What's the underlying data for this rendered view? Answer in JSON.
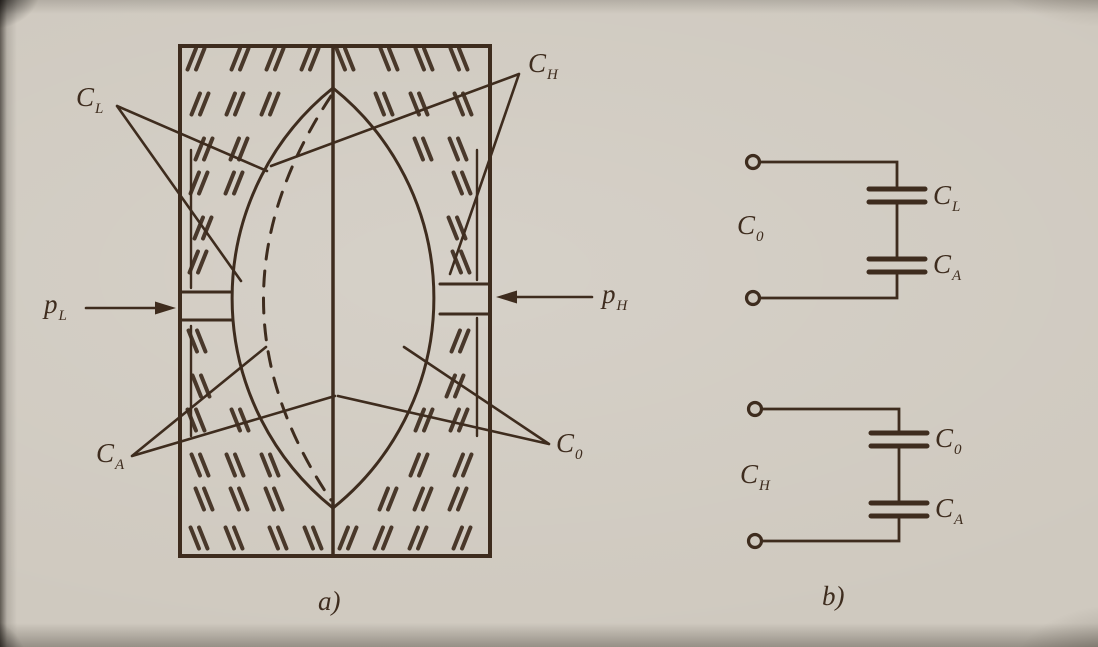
{
  "figure": {
    "part_a": {
      "caption": "a)",
      "labels": {
        "c_l": {
          "main": "C",
          "sub": "L"
        },
        "c_h": {
          "main": "C",
          "sub": "H"
        },
        "p_l": {
          "main": "p",
          "sub": "L"
        },
        "p_h": {
          "main": "p",
          "sub": "H"
        },
        "c_a": {
          "main": "C",
          "sub": "A"
        },
        "c_0": {
          "main": "C",
          "sub": "0"
        }
      }
    },
    "part_b": {
      "caption": "b)",
      "top_circuit": {
        "source_label": {
          "main": "C",
          "sub": "0"
        },
        "upper_capacitor": {
          "main": "C",
          "sub": "L"
        },
        "lower_capacitor": {
          "main": "C",
          "sub": "A"
        }
      },
      "bottom_circuit": {
        "source_label": {
          "main": "C",
          "sub": "H"
        },
        "upper_capacitor": {
          "main": "C",
          "sub": "0"
        },
        "lower_capacitor": {
          "main": "C",
          "sub": "A"
        }
      }
    },
    "colors": {
      "ink": "#3e2c1e",
      "paper": "#cfc9bf"
    }
  }
}
